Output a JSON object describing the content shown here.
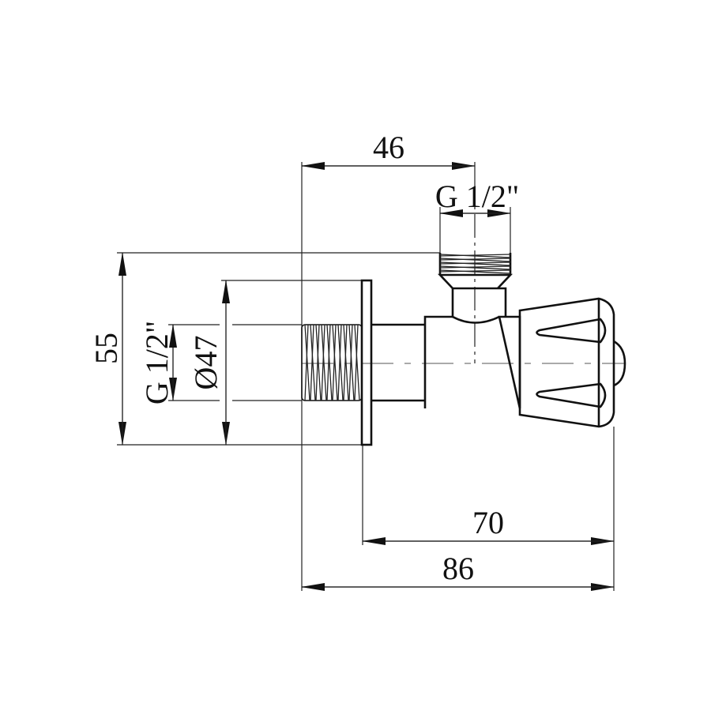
{
  "drawing": {
    "title": "Angle valve dimensional drawing",
    "units": "mm",
    "line_color": "#111111",
    "background": "#ffffff"
  },
  "dimensions": {
    "top_offset": {
      "label": "46",
      "value": 46
    },
    "outlet_thread": {
      "label": "G 1/2\"",
      "value": "G 1/2\""
    },
    "overall_height": {
      "label": "55",
      "value": 55
    },
    "inlet_thread": {
      "label": "G 1/2\"",
      "value": "G 1/2\""
    },
    "flange_diameter": {
      "label": "Ø47",
      "value": 47
    },
    "flange_to_knob": {
      "label": "70",
      "value": 70
    },
    "overall_length": {
      "label": "86",
      "value": 86
    }
  },
  "parts": {
    "inlet": "threaded-inlet",
    "flange": "wall-flange",
    "body": "valve-body",
    "outlet": "threaded-outlet",
    "handle": "handwheel-knob",
    "cap": "knob-cap"
  }
}
